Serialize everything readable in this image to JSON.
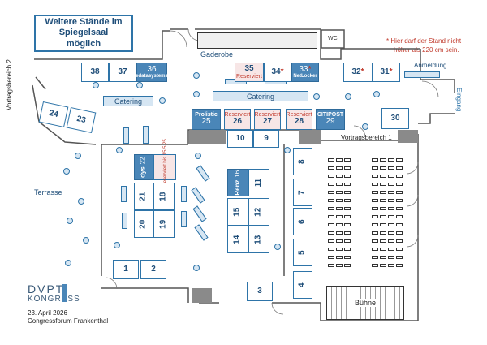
{
  "notes": {
    "more_booths": "Weitere Stände im Spiegelsaal möglich",
    "height_note_line1": "* Hier darf der Stand nicht",
    "height_note_line2": "höher als 220 cm sein."
  },
  "areas": {
    "vortragsbereich_2": "Vortragsbereich 2",
    "vortragsbereich_1": "Vortragsbereich 1",
    "gaderobe": "Gaderobe",
    "wc": "WC",
    "catering_left": "Catering",
    "catering_center": "Catering",
    "anmeldung": "Anmeldung",
    "eingang": "Eingang",
    "terrasse": "Terrasse",
    "buehne": "Bühne"
  },
  "booths": {
    "b1": "1",
    "b2": "2",
    "b3": "3",
    "b4": "4",
    "b5": "5",
    "b6": "6",
    "b7": "7",
    "b8": "8",
    "b9": "9",
    "b10": "10",
    "b11": "11",
    "b12": "12",
    "b13": "13",
    "b14": "14",
    "b15": "15",
    "b16_num": "16",
    "b16_company": "Renz",
    "b17_num": "17",
    "b17_reserved": "Reserviert bis 15.5.25",
    "b18": "18",
    "b19": "19",
    "b20": "20",
    "b21": "21",
    "b22_num": "22",
    "b22_company": "dys",
    "b23": "23",
    "b24": "24",
    "b25_num": "25",
    "b25_company": "Prolistic",
    "b26_num": "26",
    "b27_num": "27",
    "b28_num": "28",
    "reserved": "Reserviert",
    "b29_num": "29",
    "b29_company": "CITIPOST",
    "b30": "30",
    "b31": "31",
    "b32": "32",
    "b33_num": "33",
    "b33_company": "NetLocker",
    "b34": "34",
    "b35_num": "35",
    "b36_num": "36",
    "b36_company": "edatasystems",
    "b37": "37",
    "b38": "38",
    "star": "*"
  },
  "footer": {
    "logo_top": "DVPT",
    "logo_bottom": "KONGRESS",
    "date": "23. April 2026",
    "venue": "Congressforum Frankenthal"
  },
  "colors": {
    "accent": "#2e74a8",
    "taken": "#4a86b8",
    "reserved_text": "#c0392b",
    "table_fill": "#d6e6f3"
  }
}
